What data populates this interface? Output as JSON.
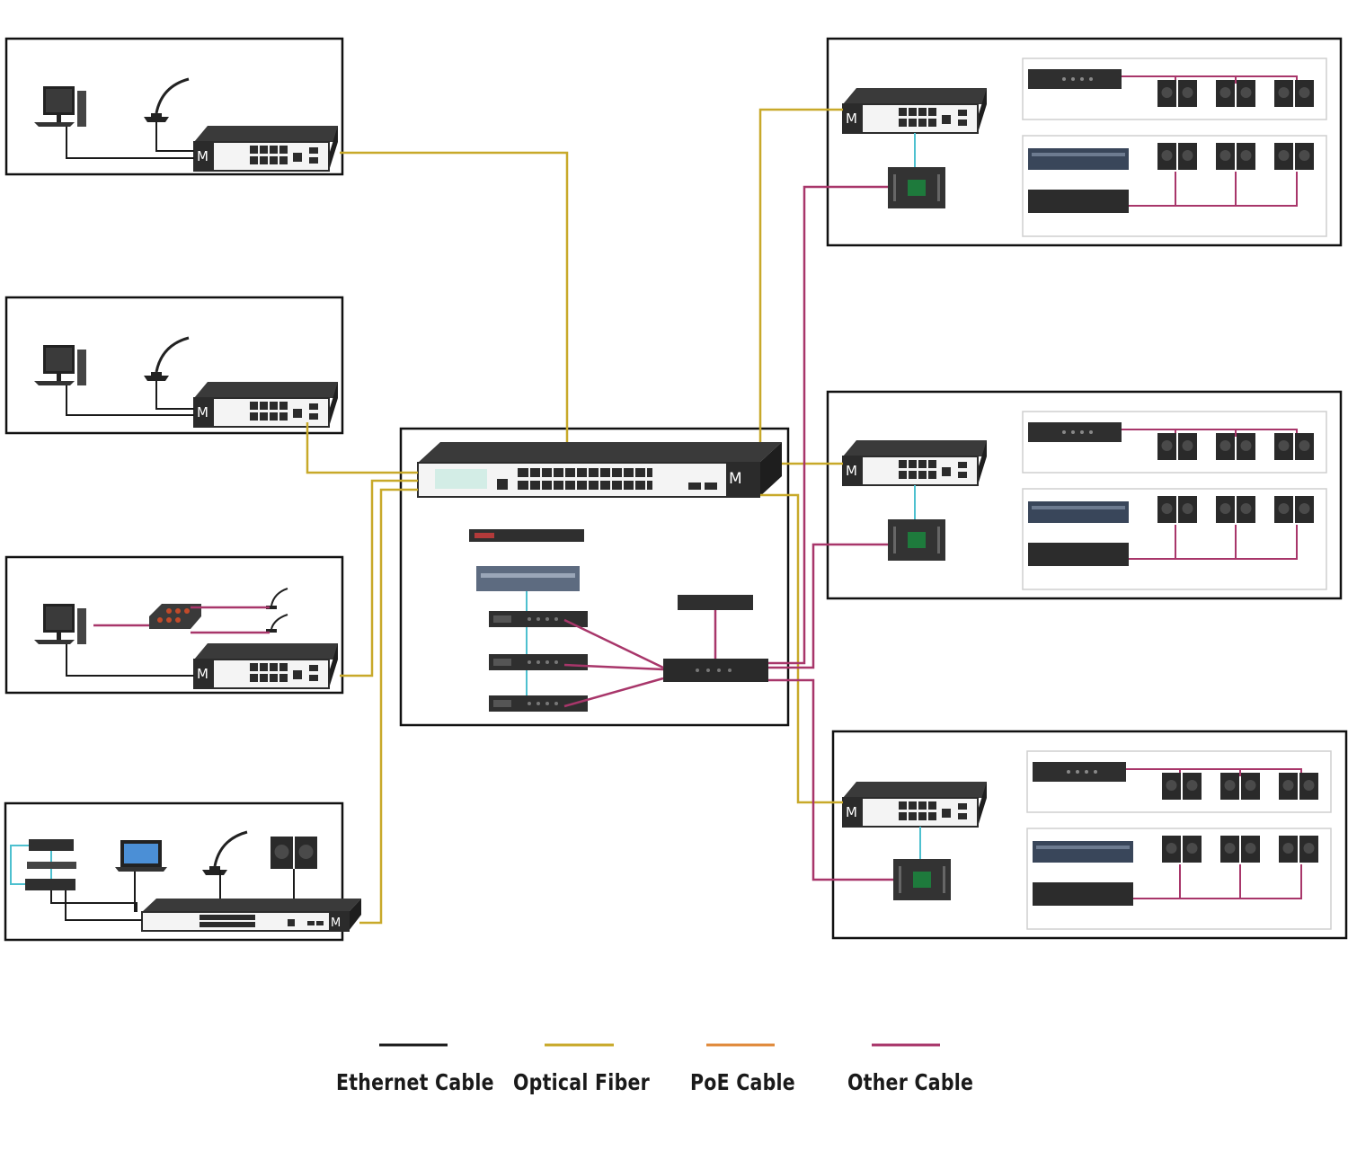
{
  "colors": {
    "ethernet": "#1a1a1a",
    "optical": "#c8a92a",
    "poe": "#e0893a",
    "other": "#a8366a",
    "hdmi": "#4dc0cf",
    "panel": "#2b2b2b",
    "panel_face": "#f4f4f4"
  },
  "legend": [
    {
      "key": "ethernet",
      "label": "Ethernet Cable"
    },
    {
      "key": "optical",
      "label": "Optical Fiber"
    },
    {
      "key": "poe",
      "label": "PoE Cable"
    },
    {
      "key": "other",
      "label": "Other Cable"
    }
  ],
  "switch_logo": "M",
  "icons": {
    "switch": "network-switch-icon",
    "monitor": "monitor-icon",
    "microphone": "gooseneck-microphone-icon",
    "mixer": "audio-mixer-icon",
    "laptop": "laptop-icon",
    "speaker": "speaker-icon",
    "rack": "rack-unit-icon",
    "decoder": "network-decoder-icon"
  }
}
